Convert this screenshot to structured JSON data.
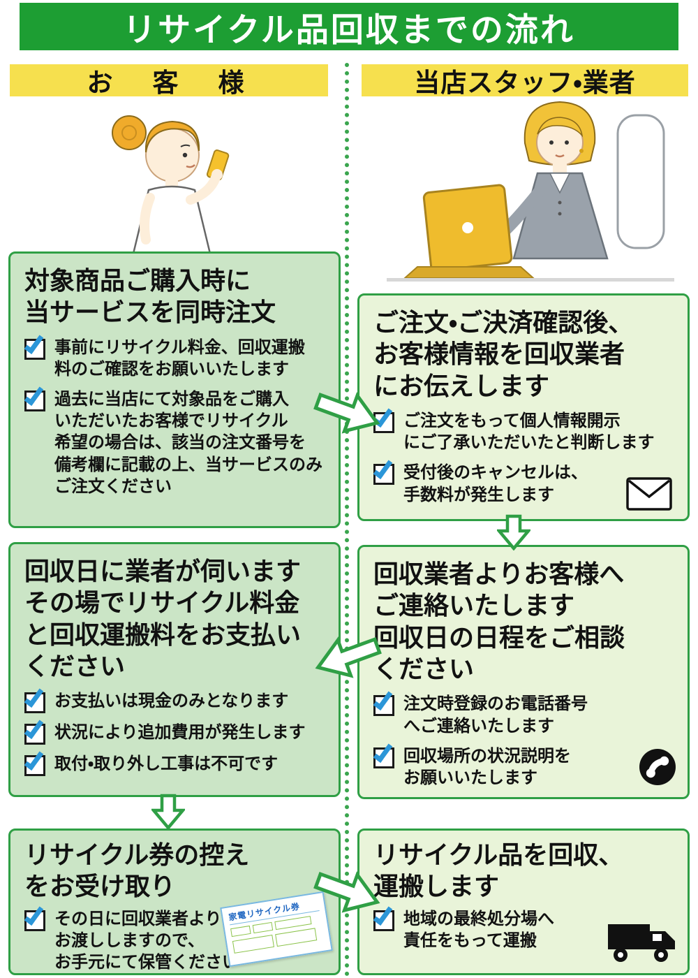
{
  "title": "リサイクル品回収までの流れ",
  "left": {
    "header": "お　客　様",
    "boxes": [
      {
        "title": "対象商品ご購入時に\n当サービスを同時注文",
        "items": [
          "事前にリサイクル料金、回収運搬\n料のご確認をお願いいたします",
          "過去に当店にて対象品をご購入\nいただいたお客様でリサイクル\n希望の場合は、該当の注文番号を\n備考欄に記載の上、当サービスのみ\nご注文ください"
        ]
      },
      {
        "title": "回収日に業者が伺います\nその場でリサイクル料金\nと回収運搬料をお支払い\nください",
        "items": [
          "お支払いは現金のみとなります",
          "状況により追加費用が発生します",
          "取付・取り外し工事は不可です"
        ]
      },
      {
        "title": "リサイクル券の控え\nをお受け取り",
        "items": [
          "その日に回収業者より\nお渡ししますので、\nお手元にて保管ください"
        ],
        "ticket_label": "家電リサイクル券"
      }
    ]
  },
  "right": {
    "header": "当店スタッフ・業者",
    "boxes": [
      {
        "title": "ご注文・ご決済確認後、\nお客様情報を回収業者\nにお伝えします",
        "items": [
          "ご注文をもって個人情報開示\nにご了承いただいたと判断します",
          "受付後のキャンセルは、\n手数料が発生します"
        ]
      },
      {
        "title": "回収業者よりお客様へ\nご連絡いたします\n回収日の日程をご相談\nください",
        "items": [
          "注文時登録のお電話番号\nへご連絡いたします",
          "回収場所の状況説明を\nお願いいたします"
        ]
      },
      {
        "title": "リサイクル品を回収、\n運搬します",
        "items": [
          "地域の最終処分場へ\n責任をもって運搬"
        ]
      }
    ]
  },
  "icons": {
    "envelope": "✉",
    "phone": "☎",
    "truck": "🚚",
    "check": "✓",
    "arrow_down": "⇓",
    "arrow_right": "⇒"
  },
  "colors": {
    "banner_green": "#1d9e33",
    "header_yellow": "#f6e04e",
    "box_border_green": "#2f9f45",
    "box_left_bg": "#cbe5c6",
    "box_right_bg": "#e9f4d9",
    "check_blue": "#2b96d8",
    "divider_green": "#3aa54e"
  }
}
